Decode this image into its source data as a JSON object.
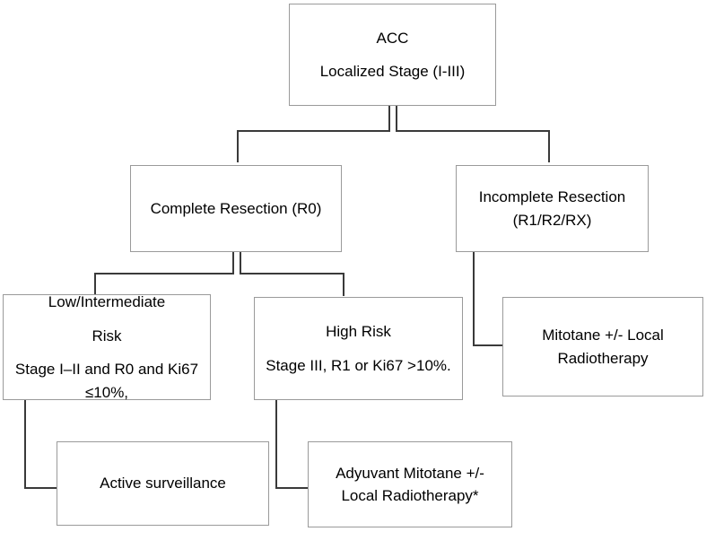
{
  "diagram": {
    "title": "ACC Localized Stage treatment algorithm",
    "background_color": "#ffffff",
    "box_border_color": "#9a9a9a",
    "connector_color": "#3a3a3a",
    "text_color": "#000000",
    "nodes": {
      "acc_root": {
        "lines": [
          "ACC",
          "Localized Stage (I-III)"
        ]
      },
      "complete_resection": {
        "lines": [
          "Complete Resection (R0)"
        ]
      },
      "incomplete_resection": {
        "lines": [
          "Incomplete Resection",
          "(R1/R2/RX)"
        ]
      },
      "low_intermediate_risk": {
        "lines": [
          "Low/Intermediate",
          "Risk",
          "Stage I–II and R0 and Ki67",
          "≤10%,"
        ]
      },
      "high_risk": {
        "lines": [
          "High Risk",
          "Stage III, R1 or Ki67 >10%."
        ]
      },
      "mitotane_local_rt": {
        "lines": [
          "Mitotane +/- Local",
          "Radiotherapy"
        ]
      },
      "active_surveillance": {
        "lines": [
          "Active surveillance"
        ]
      },
      "adyuvant_mitotane": {
        "lines": [
          "Adyuvant Mitotane +/-",
          "Local Radiotherapy*"
        ]
      }
    }
  }
}
